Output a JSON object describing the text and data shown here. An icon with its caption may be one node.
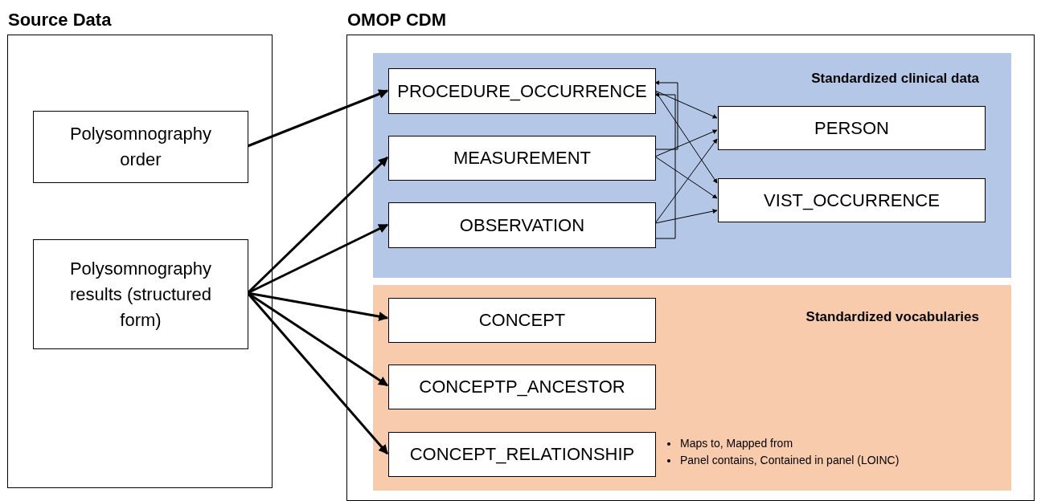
{
  "diagram": {
    "nodes": [
      {
        "text": [
          "Source Data"
        ]
      },
      {
        "text": [
          "Polysomnography order"
        ],
        "in": 0
      },
      {
        "text": [
          "Polysomnography results (structured form)"
        ],
        "in": 0
      },
      {
        "text": [
          "OMOP CDM"
        ]
      },
      {
        "text": [
          "Standardized clinical data"
        ],
        "in": 3
      },
      {
        "text": [
          "PROCEDURE_OCCURRENCE"
        ],
        "in": 4
      },
      {
        "text": [
          "MEASUREMENT"
        ],
        "in": 4
      },
      {
        "text": [
          "OBSERVATION"
        ],
        "in": 4
      },
      {
        "text": [
          "PERSON"
        ],
        "in": 4
      },
      {
        "text": [
          "VIST_OCCURRENCE"
        ],
        "in": 4
      },
      {
        "text": [
          "Standardized vocabularies"
        ],
        "in": 3
      },
      {
        "text": [
          "CONCEPT"
        ],
        "in": 10
      },
      {
        "text": [
          "CONCEPTP_ANCESTOR"
        ],
        "in": 10
      },
      {
        "text": [
          "CONCEPT_RELATIONSHIP"
        ],
        "in": 10,
        "beside": [
          "Maps to, Mapped from",
          "Panel contains, Contained in panel (LOINC)"
        ]
      }
    ],
    "edges": [
      {
        "from": 1,
        "to": 5,
        "arrow": "to",
        "style": "thick"
      },
      {
        "from": 2,
        "to": 6,
        "arrow": "to",
        "style": "thick"
      },
      {
        "from": 2,
        "to": 7,
        "arrow": "to",
        "style": "thick"
      },
      {
        "from": 2,
        "to": 11,
        "arrow": "to",
        "style": "thick"
      },
      {
        "from": 2,
        "to": 12,
        "arrow": "to",
        "style": "thick"
      },
      {
        "from": 2,
        "to": 13,
        "arrow": "to",
        "style": "thick"
      },
      {
        "from": 5,
        "to": 8,
        "arrow": "to"
      },
      {
        "from": 5,
        "to": 9,
        "arrow": "to"
      },
      {
        "from": 6,
        "to": 8,
        "arrow": "to"
      },
      {
        "from": 6,
        "to": 9,
        "arrow": "to"
      },
      {
        "from": 7,
        "to": 8,
        "arrow": "to"
      },
      {
        "from": 7,
        "to": 9,
        "arrow": "to"
      },
      {
        "from": 6,
        "to": 5,
        "arrow": "to"
      },
      {
        "from": 7,
        "to": 5,
        "arrow": "to"
      }
    ]
  }
}
